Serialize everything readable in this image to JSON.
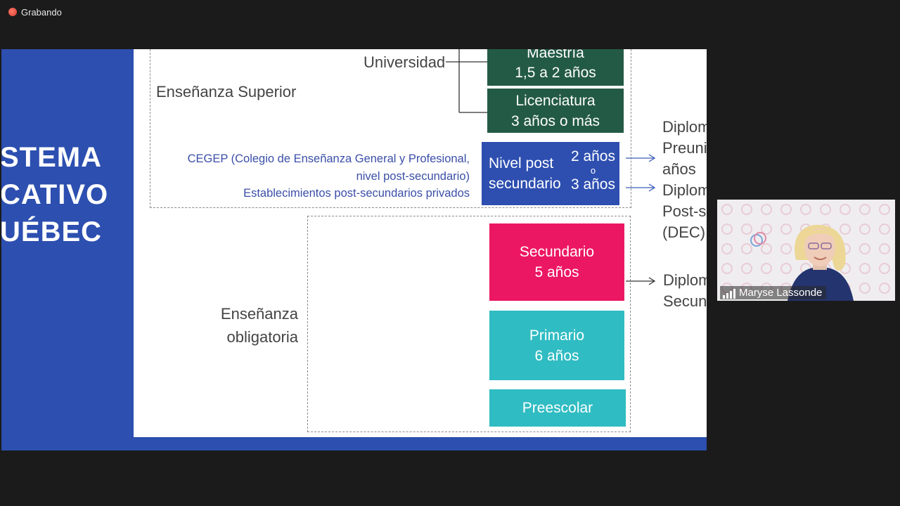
{
  "recording": {
    "label": "Grabando"
  },
  "slide": {
    "title_fragment": "STEMA\nCATIVO\nUÉBEC",
    "universidad": "Universidad",
    "ensenanza_superior": "Enseñanza Superior",
    "ensenanza_obligatoria": "Enseñanza obligatoria",
    "cegep": {
      "line1": "CEGEP (Colegio de Enseñanza General y Profesional,",
      "line2": "nivel post-secundario)",
      "line3": "Establecimientos post-secundarios privados"
    },
    "maestria": {
      "name": "Maestría",
      "duration": "1,5 a 2 años"
    },
    "licenciatura": {
      "name": "Licenciatura",
      "duration": "3  años o más"
    },
    "nivel_post": {
      "line1": "Nivel post",
      "line2": "secundario",
      "opt1": "2 años",
      "or": "o",
      "opt2": "3 años"
    },
    "secundario": {
      "name": "Secundario",
      "duration": "5 años"
    },
    "primario": {
      "name": "Primario",
      "duration": "6 años"
    },
    "preescolar": "Preescolar",
    "right_diploma1": {
      "line1": "Diplom",
      "line2": "Preuniv",
      "line3": "años"
    },
    "right_diploma2": {
      "line1": "Diplom",
      "line2": "Post-s",
      "line3": "(DEC)"
    },
    "right_diploma3": {
      "line1": "Diplom",
      "line2": "Secun"
    },
    "colors": {
      "band": "#2c4fb0",
      "green": "#235a46",
      "pink": "#ec1762",
      "teal": "#2fbcc2"
    }
  },
  "participant": {
    "name": "Maryse Lassonde"
  }
}
